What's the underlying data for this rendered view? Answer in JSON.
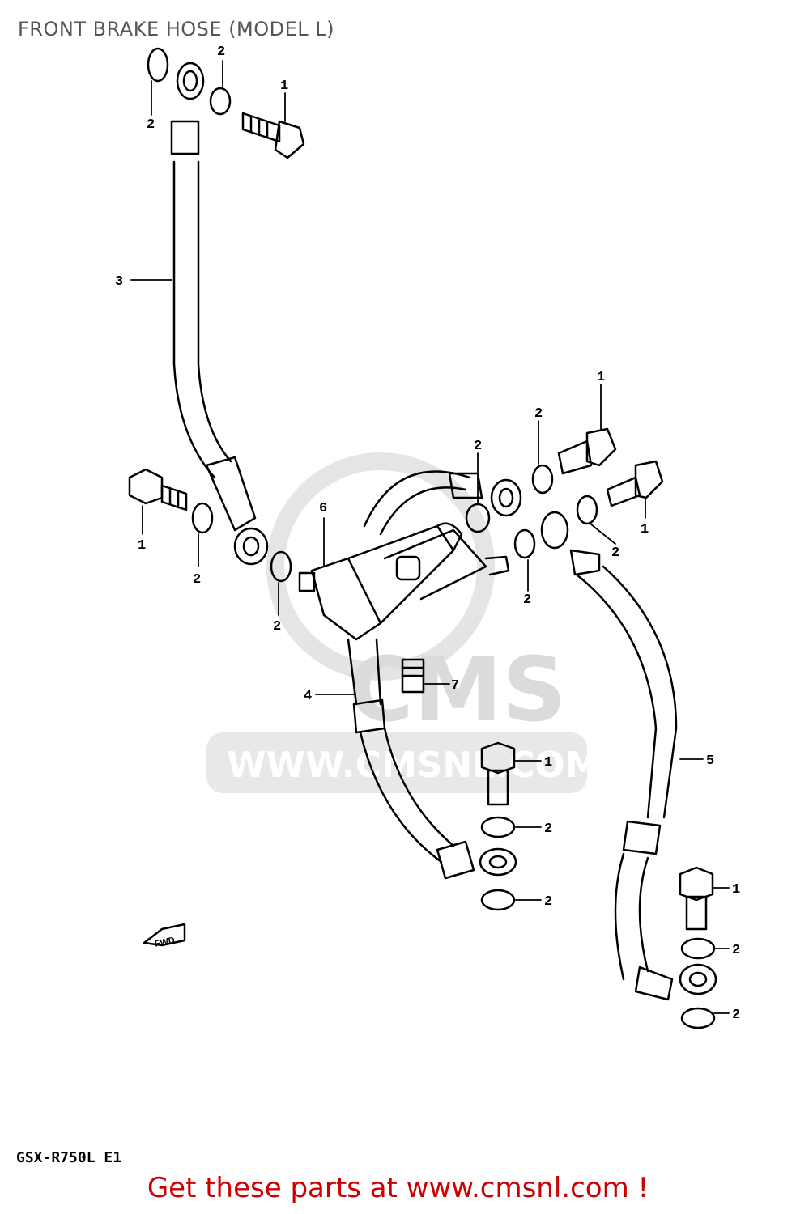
{
  "title": "FRONT BRAKE HOSE (MODEL L)",
  "model_code": "GSX-R750L E1",
  "watermark": {
    "brand": "CMS",
    "url": "WWW.CMSNL.COM"
  },
  "direction_marker": "FWD",
  "cta": "Get these parts at www.cmsnl.com !",
  "callouts": {
    "c1": "1",
    "c2": "2",
    "c3": "3",
    "c4": "4",
    "c5": "5",
    "c6": "6",
    "c7": "7"
  }
}
